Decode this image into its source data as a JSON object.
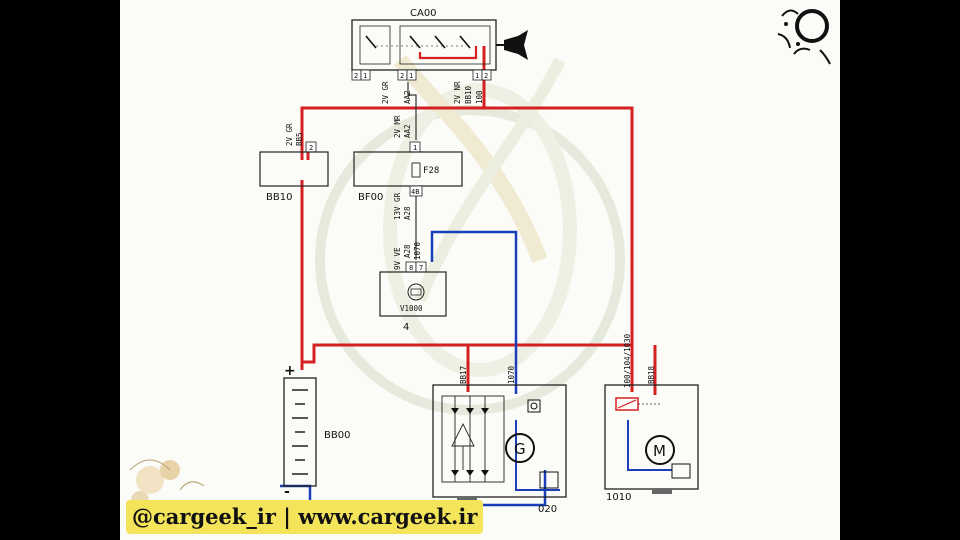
{
  "diagram": {
    "components": {
      "switch": "CA00",
      "bb10": "BB10",
      "bf00": "BF00",
      "fuse": "F28",
      "indicator": "V1000",
      "indicator_sub": "4",
      "battery": "BB00",
      "alternator_partial": "020",
      "alternator_symbol": "G",
      "starter": "1010",
      "starter_symbol": "M"
    },
    "wire_labels": {
      "w_2v_gr_top": "2V GR",
      "w_aa2_top": "AA2",
      "w_2v_nr_top": "2V NR",
      "w_bb10_top": "BB10",
      "w_100_top": "100",
      "w_2v_gr_bb10": "2V GR",
      "w_bb5": "BB5",
      "w_2v_mr": "2V MR",
      "w_aa2_bf": "AA2",
      "w_13v_gr": "13V GR",
      "w_a28_mid": "A28",
      "w_9v_ve": "9V VE",
      "w_a28_v": "A28",
      "w_1070_v": "1070",
      "w_bb17": "BB17",
      "w_1070_alt": "1070",
      "w_100_104_1030": "100/104/1030",
      "w_bb18": "BB18"
    },
    "pins": {
      "sw_p2a": "2",
      "sw_p1a": "1",
      "sw_p2b": "2",
      "sw_p1b": "1",
      "sw_p1c": "1",
      "sw_p2c": "2",
      "bb10_p2": "2",
      "bf_p1": "1",
      "bf_p4b": "4B",
      "v_p8": "8",
      "v_p7": "7"
    },
    "polarity": {
      "plus": "+",
      "minus": "-"
    },
    "colors": {
      "red_wire": "#d42020",
      "blue_wire": "#1a3fb8",
      "black_wire": "#222222"
    }
  },
  "watermark": {
    "text": "@cargeek_ir | www.cargeek.ir"
  }
}
